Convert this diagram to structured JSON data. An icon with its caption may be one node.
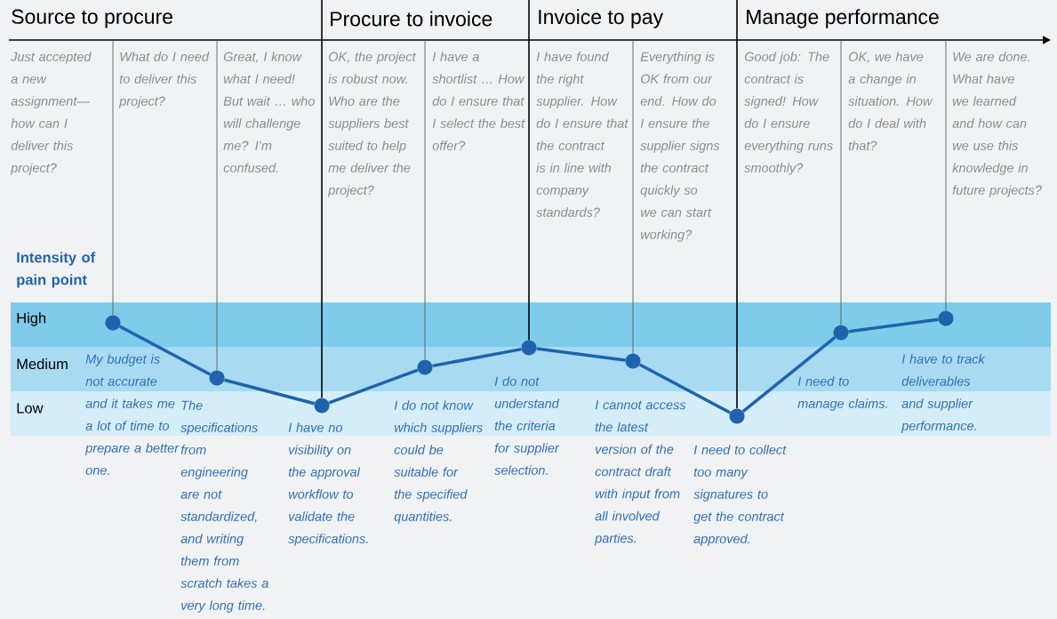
{
  "diagram": {
    "nodes": [
      {
        "text": [],
        "shape": "circle",
        "beside": [
          "My budget is not accurate and it takes me a lot of time to prepare a better one."
        ]
      },
      {
        "text": [],
        "shape": "circle",
        "beside": [
          "The specifications from engineering are not standardized, and writing them from scratch takes a very long time."
        ]
      },
      {
        "text": [],
        "shape": "circle",
        "beside": [
          "I have no visibility on the approval workflow to validate the specifications."
        ]
      },
      {
        "text": [],
        "shape": "circle",
        "beside": [
          "I do not know which suppliers could be suitable for the specified quantities."
        ]
      },
      {
        "text": [],
        "shape": "circle",
        "beside": [
          "I do not understand the criteria for supplier selection."
        ]
      },
      {
        "text": [],
        "shape": "circle",
        "beside": [
          "I cannot access the latest version of the contract draft with input from all involved parties."
        ]
      },
      {
        "text": [],
        "shape": "circle",
        "beside": [
          "I need to collect too many signatures to get the contract approved."
        ]
      },
      {
        "text": [],
        "shape": "circle",
        "beside": [
          "I need to manage claims."
        ]
      },
      {
        "text": [],
        "shape": "circle",
        "beside": [
          "I have to track deliverables and supplier performance."
        ]
      }
    ],
    "edges": [
      {
        "from": 0,
        "to": 1,
        "arrow": "none",
        "style": "thick",
        "color": "#1f63ad"
      },
      {
        "from": 1,
        "to": 2,
        "arrow": "none",
        "style": "thick",
        "color": "#1f63ad"
      },
      {
        "from": 2,
        "to": 3,
        "arrow": "none",
        "style": "thick",
        "color": "#1f63ad"
      },
      {
        "from": 3,
        "to": 4,
        "arrow": "none",
        "style": "thick",
        "color": "#1f63ad"
      },
      {
        "from": 4,
        "to": 5,
        "arrow": "none",
        "style": "thick",
        "color": "#1f63ad"
      },
      {
        "from": 5,
        "to": 6,
        "arrow": "none",
        "style": "thick",
        "color": "#1f63ad"
      },
      {
        "from": 6,
        "to": 7,
        "arrow": "none",
        "style": "thick",
        "color": "#1f63ad"
      },
      {
        "from": 7,
        "to": 8,
        "arrow": "none",
        "style": "thick",
        "color": "#1f63ad"
      },
      {
        "from": null,
        "to": 0,
        "arrow": "none",
        "color": "#4c4c4c"
      },
      {
        "from": null,
        "to": 1,
        "arrow": "none",
        "color": "#4c4c4c"
      },
      {
        "from": null,
        "to": 2,
        "arrow": "none",
        "color": "#000000"
      },
      {
        "from": null,
        "to": 3,
        "arrow": "none",
        "color": "#4c4c4c"
      },
      {
        "from": null,
        "to": 4,
        "arrow": "none",
        "color": "#000000"
      },
      {
        "from": null,
        "to": 5,
        "arrow": "none",
        "color": "#4c4c4c"
      },
      {
        "from": null,
        "to": 6,
        "arrow": "none",
        "color": "#000000"
      },
      {
        "from": null,
        "to": 7,
        "arrow": "none",
        "color": "#4c4c4c"
      },
      {
        "from": null,
        "to": 8,
        "arrow": "none",
        "color": "#4c4c4c"
      }
    ],
    "labels": [
      "Source to procure",
      "Procure to invoice",
      "Invoice to pay",
      "Manage performance",
      "Just accepted a new assignment—how can I deliver this project?",
      "What do I need to deliver this project?",
      "Great, I know what I need! But wait … who will challenge me? I’m confused.",
      "OK, the project is robust now. Who are the suppliers best suited to help me deliver the project?",
      "I have a shortlist … How do I ensure that I select the best offer?",
      "I have found the right supplier. How do I ensure that the contract is in line with company standards?",
      "Everything is OK from our end. How do I ensure the supplier signs the contract quickly so we can start working?",
      "Good job: The contract is signed! How do I ensure everything runs smoothly?",
      "OK, we have a change in situation. How do I deal with that?",
      "We are done. What have we learned and how can we use this knowledge in future projects?",
      "Intensity of pain point",
      "High",
      "Medium",
      "Low"
    ]
  }
}
